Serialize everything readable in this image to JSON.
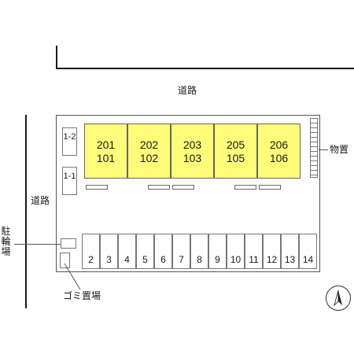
{
  "roads": {
    "top_label": "道路",
    "left_label": "道路"
  },
  "labels": {
    "storage": "物置",
    "bicycle_parking": "駐輪場",
    "garbage": "ゴミ置場"
  },
  "units": [
    {
      "upper": "201",
      "lower": "101"
    },
    {
      "upper": "202",
      "lower": "102"
    },
    {
      "upper": "203",
      "lower": "103"
    },
    {
      "upper": "205",
      "lower": "105"
    },
    {
      "upper": "206",
      "lower": "106"
    }
  ],
  "side_spaces": [
    "1-2",
    "1-1"
  ],
  "parking_spaces": [
    "2",
    "3",
    "4",
    "5",
    "6",
    "7",
    "8",
    "9",
    "10",
    "11",
    "12",
    "13",
    "14"
  ],
  "colors": {
    "unit_fill": "#fffc7a",
    "line": "#1a1a1a"
  },
  "icons": {
    "compass": "north-arrow-icon"
  }
}
